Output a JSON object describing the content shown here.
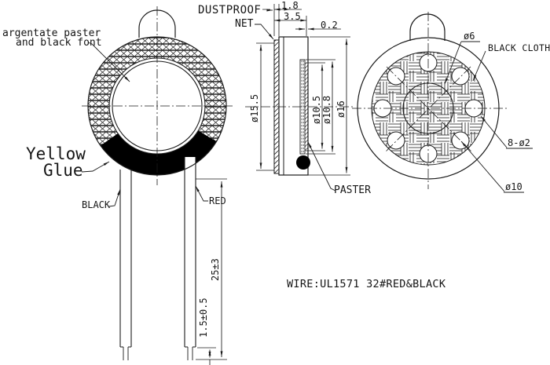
{
  "drawing": {
    "front_view": {
      "label_face_line1": "argentate paster",
      "label_face_line2": "and black font",
      "label_glue_line1": "Yellow",
      "label_glue_line2": "Glue",
      "label_black_wire": "BLACK",
      "label_red_wire": "RED",
      "dim_wire_length": "25±3",
      "dim_strip_length": "1.5±0.5"
    },
    "section_view": {
      "label_dustproof": "DUSTPROOF",
      "label_net": "NET",
      "label_paster": "PASTER",
      "dim_net_offset": "1.8",
      "dim_total_thickness": "3.5",
      "dim_paster_thickness": "0.2",
      "dim_net_diameter": "ø15.5",
      "dim_inner_diameter_small": "ø10.5",
      "dim_inner_diameter_large": "ø10.8",
      "dim_outer_diameter": "ø16"
    },
    "back_view": {
      "label_black_cloth": "BLACK CLOTH",
      "dim_center_hole": "ø6",
      "dim_vent_holes": "8-ø2",
      "dim_bolt_circle": "ø10"
    },
    "note_wire": "WIRE:UL1571 32#RED&BLACK",
    "colors": {
      "line": "#1b1b1b",
      "background": "#ffffff",
      "fill": "#000000"
    }
  }
}
